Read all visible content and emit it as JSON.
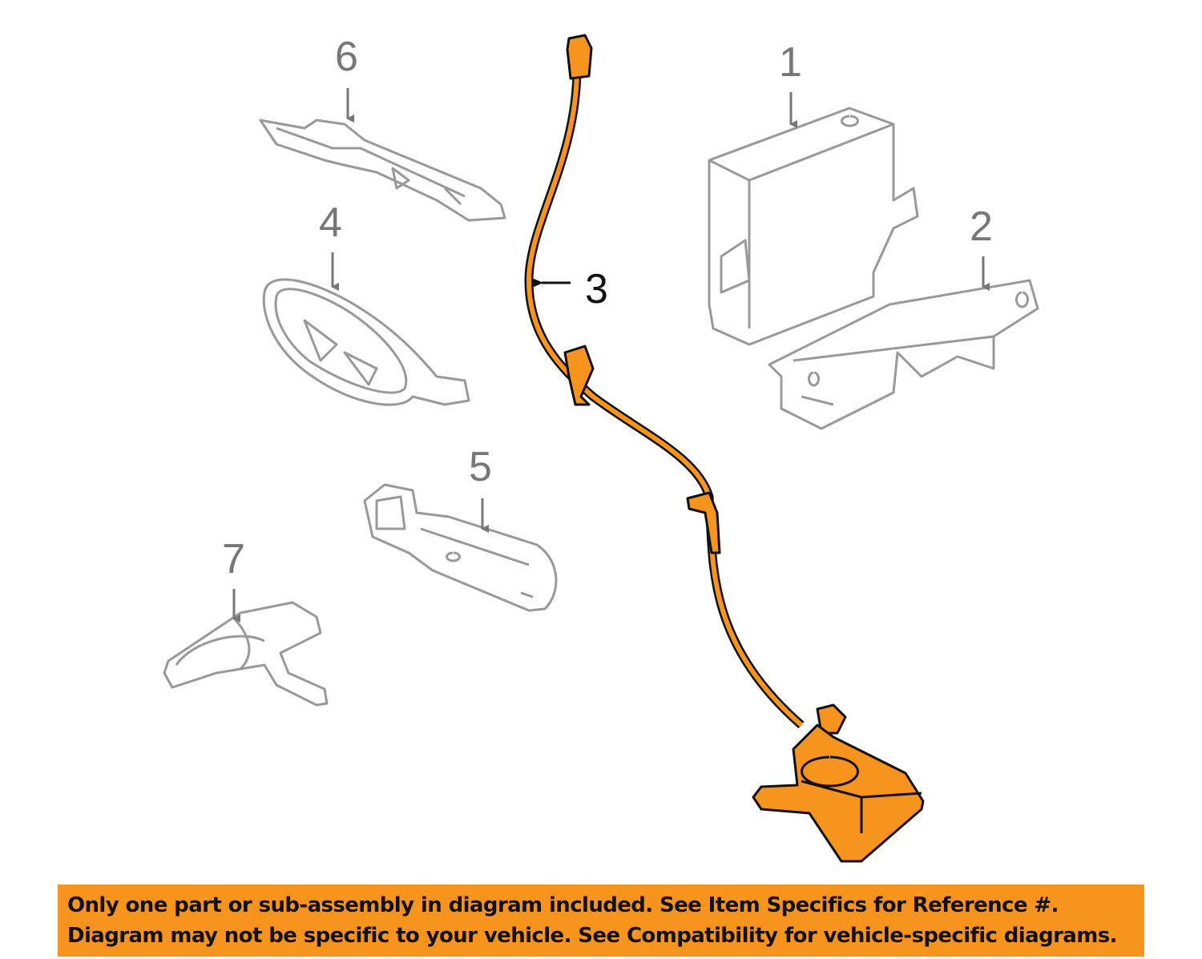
{
  "callouts": [
    "1",
    "2",
    "3",
    "4",
    "5",
    "6",
    "7"
  ],
  "highlight_color": "#F7941D",
  "part_color": "#999999",
  "banner": {
    "line1": "Only one part or sub-assembly in diagram included. See Item Specifics for Reference #.",
    "line2": "Diagram may not be specific to your vehicle. See Compatibility for vehicle-specific diagrams."
  }
}
